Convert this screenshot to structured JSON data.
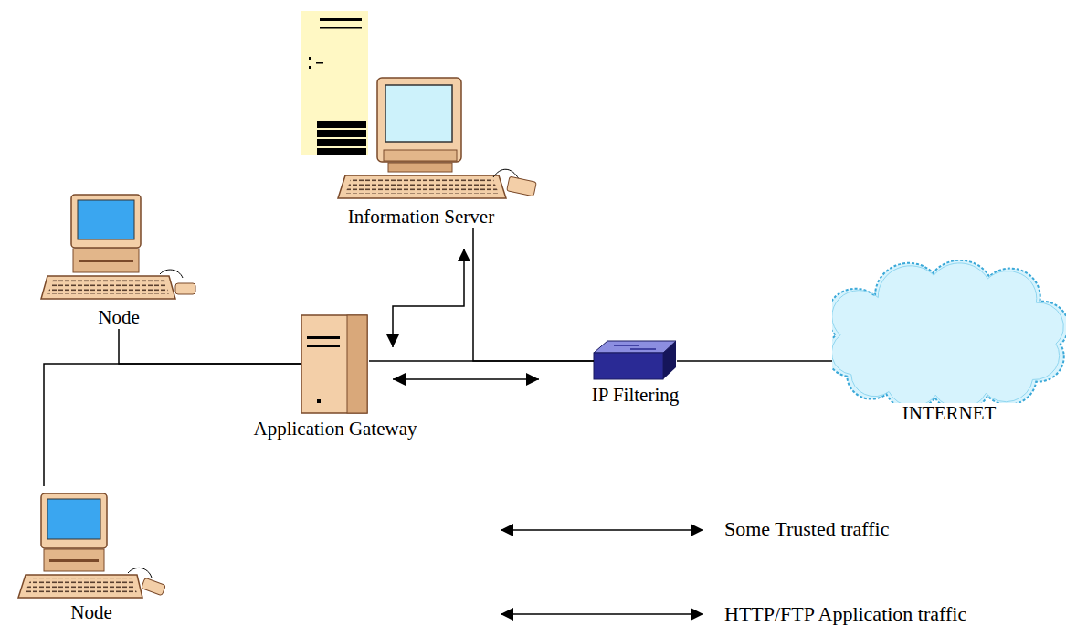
{
  "diagram": {
    "nodes": [
      {
        "text": [
          "Information Server"
        ]
      },
      {
        "text": [
          "Node"
        ]
      },
      {
        "text": [
          "Application Gateway"
        ]
      },
      {
        "text": [
          "IP Filtering"
        ]
      },
      {
        "text": [
          "INTERNET"
        ]
      },
      {
        "text": [
          "Node"
        ]
      }
    ],
    "edges": [
      {
        "from": 1,
        "to": 2,
        "arrow": "none"
      },
      {
        "from": 5,
        "to": 2,
        "arrow": "none"
      },
      {
        "from": 2,
        "to": 3,
        "arrow": "none"
      },
      {
        "from": 0,
        "to": 3,
        "arrow": "none"
      },
      {
        "from": 3,
        "to": 4,
        "arrow": "none"
      }
    ],
    "legend": [
      {
        "text": "Some Trusted traffic"
      },
      {
        "text": "HTTP/FTP Application traffic"
      }
    ]
  }
}
